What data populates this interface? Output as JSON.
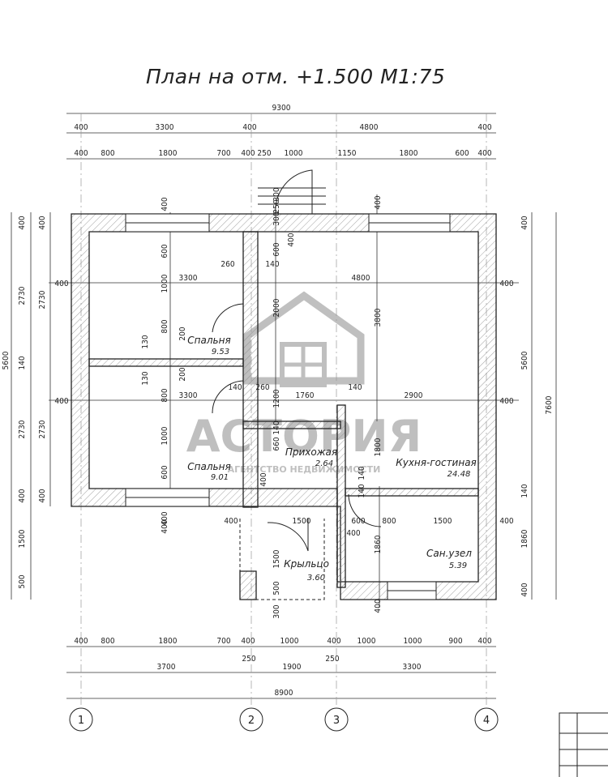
{
  "title": "План на отм. +1.500 М1:75",
  "watermark": {
    "brand": "АСТОРИЯ",
    "tagline": "АГЕНТСТВО НЕДВИЖИМОСТИ"
  },
  "rooms": [
    {
      "name": "Спальня",
      "area": "9.53"
    },
    {
      "name": "Спальня",
      "area": "9.01"
    },
    {
      "name": "Прихожая",
      "area": "2.64"
    },
    {
      "name": "Кухня-гостиная",
      "area": "24.48"
    },
    {
      "name": "Крыльцо",
      "area": "3.60"
    },
    {
      "name": "Сан.узел",
      "area": "5.39"
    }
  ],
  "axes": [
    "1",
    "2",
    "3",
    "4"
  ],
  "dimensions": {
    "top_total": "9300",
    "top_row2": [
      "400",
      "3300",
      "400",
      "4800",
      "400"
    ],
    "top_row3": [
      "400",
      "800",
      "1800",
      "700",
      "400",
      "250",
      "1000",
      "1150",
      "1800",
      "600",
      "400"
    ],
    "bottom_row1": [
      "400",
      "800",
      "1800",
      "700",
      "400",
      "1000",
      "400",
      "1000",
      "1000",
      "900",
      "400"
    ],
    "bottom_small": [
      "250",
      "250"
    ],
    "bottom_row2": [
      "3700",
      "1900",
      "3300"
    ],
    "bottom_total": "8900",
    "left_outer": [
      "400",
      "2730",
      "140",
      "2730",
      "400",
      "1500",
      "500"
    ],
    "left_total": "5600",
    "left_inner": [
      "400",
      "2730",
      "2730",
      "400"
    ],
    "right_outer": [
      "400",
      "5600",
      "140",
      "1860",
      "400"
    ],
    "right_total": "7600",
    "interior": [
      "400",
      "600",
      "1000",
      "800",
      "200",
      "130",
      "130",
      "200",
      "800",
      "1000",
      "600",
      "400",
      "3300",
      "3300",
      "4800",
      "2900",
      "260",
      "140",
      "140",
      "260",
      "1760",
      "140",
      "2000",
      "3800",
      "1200",
      "660",
      "1800",
      "140",
      "140",
      "400",
      "1500",
      "600",
      "800",
      "1500",
      "400",
      "1860",
      "400",
      "1500",
      "500",
      "300",
      "300",
      "400",
      "400",
      "400",
      "400",
      "400",
      "400",
      "400",
      "400",
      "250",
      "300",
      "600",
      "400",
      "140"
    ]
  }
}
